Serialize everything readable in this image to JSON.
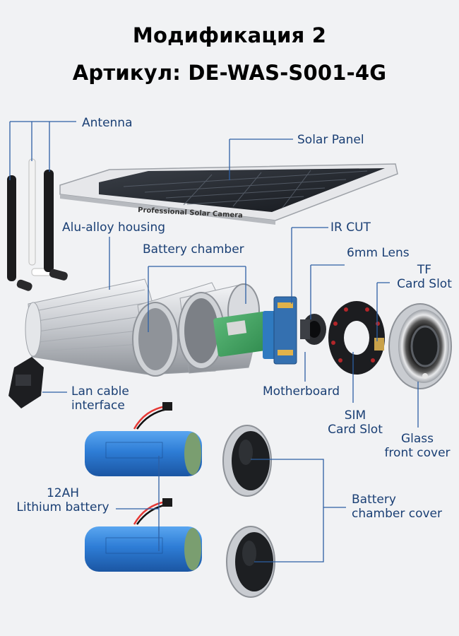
{
  "header": {
    "title_line1": "Модификация 2",
    "title_line2": "Артикул: DE-WAS-S001-4G"
  },
  "labels": {
    "antenna": "Antenna",
    "solar_panel": "Solar Panel",
    "alu_alloy_housing": "Alu-alloy housing",
    "battery_chamber": "Battery chamber",
    "ir_cut": "IR CUT",
    "lens": "6mm Lens",
    "tf_card_slot_line1": "TF",
    "tf_card_slot_line2": "Card Slot",
    "lan_cable_line1": "Lan cable",
    "lan_cable_line2": "interface",
    "motherboard": "Motherboard",
    "sim_card_slot_line1": "SIM",
    "sim_card_slot_line2": "Card Slot",
    "glass_front_cover_line1": "Glass",
    "glass_front_cover_line2": "front cover",
    "lithium_battery_line1": "12AH",
    "lithium_battery_line2": "Lithium battery",
    "battery_chamber_cover_line1": "Battery",
    "battery_chamber_cover_line2": "chamber cover"
  },
  "product_text": {
    "solar_panel_print": "Professional Solar Camera"
  },
  "colors": {
    "label_text": "#1a3f74",
    "leader_line": "#2d5fa3",
    "battery_blue": "#2e7dd6",
    "pcb_green": "#3a9a5a",
    "aluminium": "#c9ccd1"
  }
}
